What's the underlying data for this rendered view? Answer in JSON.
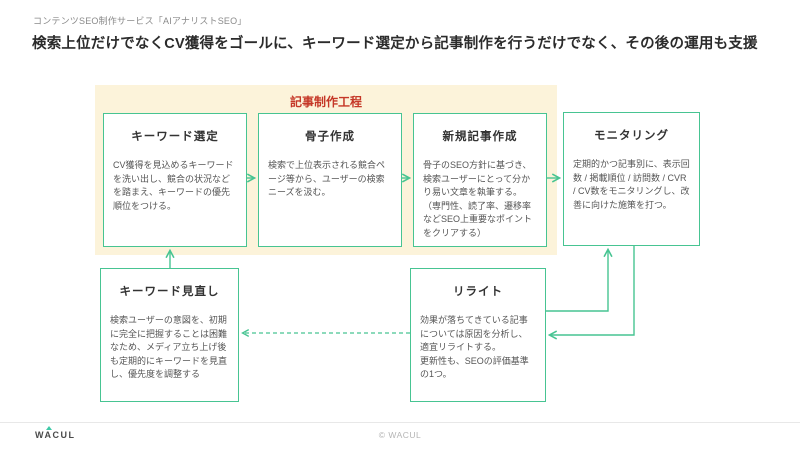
{
  "page": {
    "subtitle": "コンテンツSEO制作サービス「AIアナリストSEO」",
    "heading": "検索上位だけでなくCV獲得をゴールに、キーワード選定から記事制作を行うだけでなく、その後の運用も支援"
  },
  "diagram": {
    "group_label": "記事制作工程",
    "boxes": [
      {
        "id": "keyword-selection",
        "title": "キーワード選定",
        "body": "CV獲得を見込めるキーワードを洗い出し、競合の状況などを踏まえ、キーワードの優先順位をつける。"
      },
      {
        "id": "outline-creation",
        "title": "骨子作成",
        "body": "検索で上位表示される競合ページ等から、ユーザーの検索ニーズを汲む。"
      },
      {
        "id": "new-article-creation",
        "title": "新規記事作成",
        "body": "骨子のSEO方針に基づき、検索ユーザーにとって分かり易い文章を執筆する。\n（専門性、読了率、遷移率などSEO上重要なポイントをクリアする）"
      },
      {
        "id": "monitoring",
        "title": "モニタリング",
        "body": "定期的かつ記事別に、表示回数 / 掲載順位 / 訪問数 / CVR / CV数をモニタリングし、改善に向けた施策を打つ。"
      },
      {
        "id": "keyword-review",
        "title": "キーワード見直し",
        "body": "検索ユーザーの意図を、初期に完全に把握することは困難なため、メディア立ち上げ後も定期的にキーワードを見直し、優先度を調整する"
      },
      {
        "id": "rewrite",
        "title": "リライト",
        "body": "効果が落ちてきている記事については原因を分析し、適宜リライトする。\n更新性も、SEOの評価基準の1つ。"
      }
    ],
    "arrows": [
      "keyword-selection→outline-creation",
      "outline-creation→new-article-creation",
      "new-article-creation→monitoring",
      "keyword-review→keyword-selection",
      "rewrite→monitoring",
      "monitoring→rewrite",
      "rewrite→keyword-review (dashed)"
    ],
    "colors": {
      "accent_green": "#47c492",
      "panel_cream": "#fcf3da",
      "label_red": "#c53727"
    }
  },
  "footer": {
    "logo_text": "WACUL",
    "copyright": "© WACUL"
  }
}
